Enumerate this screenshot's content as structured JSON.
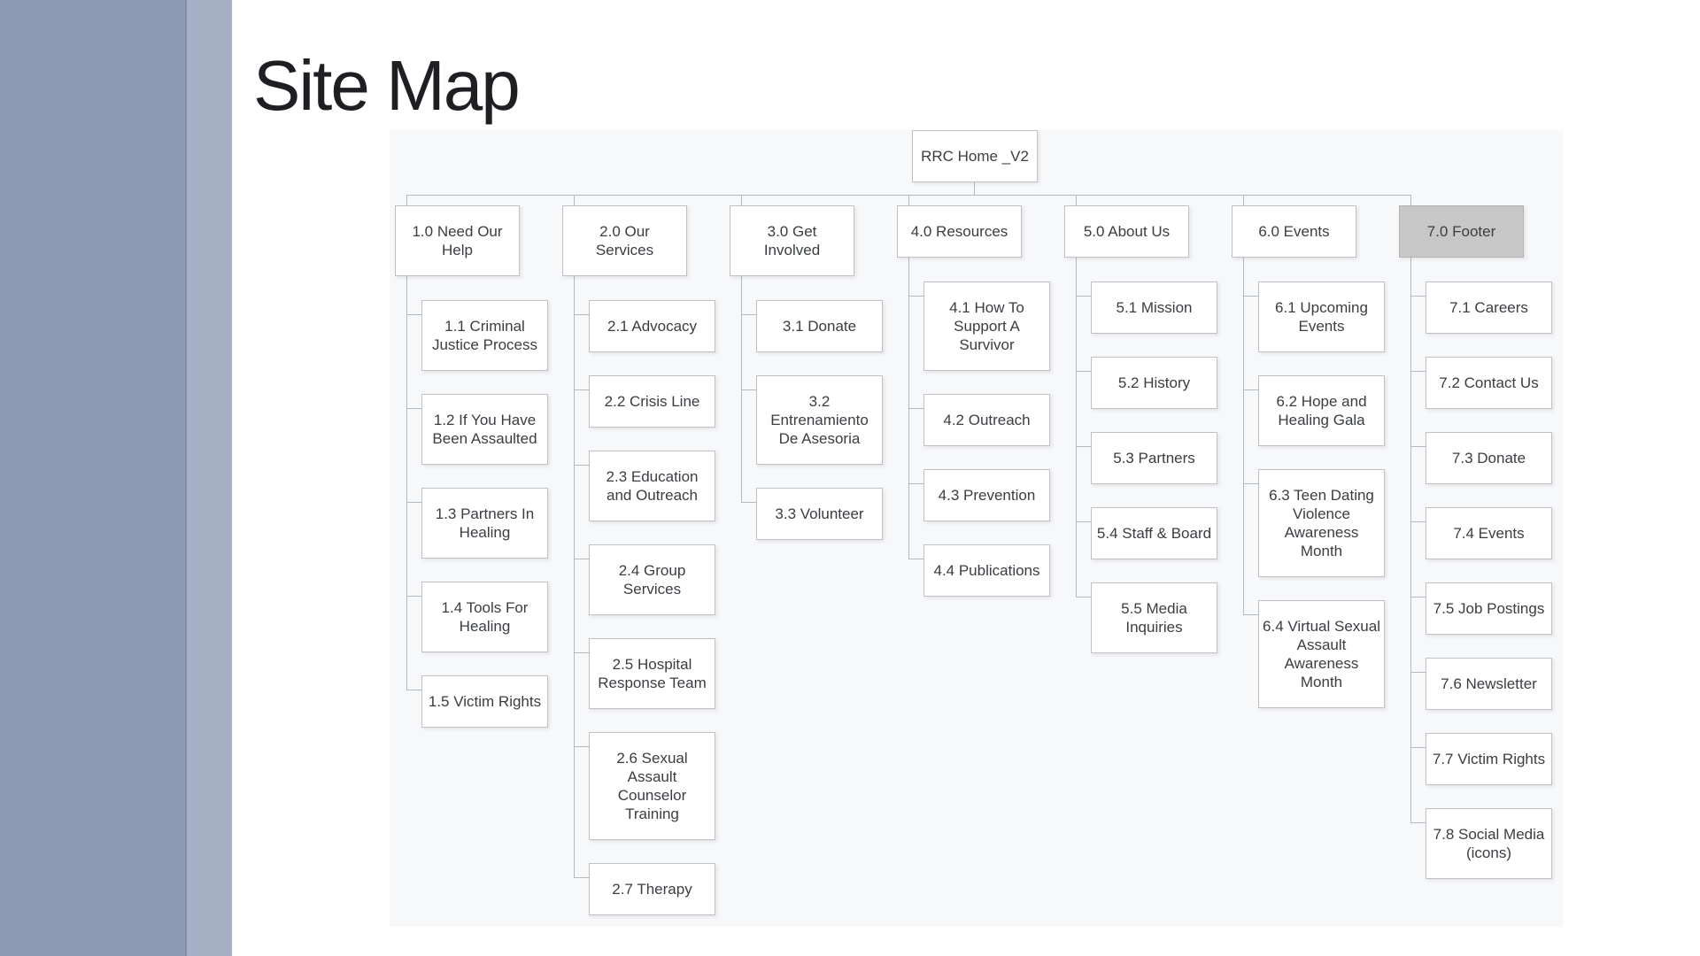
{
  "title": "Site Map",
  "root": {
    "label": "RRC Home _V2"
  },
  "columns": [
    {
      "id": "1.0",
      "label": "1.0 Need Our Help",
      "highlighted": false,
      "children": [
        {
          "id": "1.1",
          "label": "1.1 Criminal Justice Process"
        },
        {
          "id": "1.2",
          "label": "1.2 If You Have Been Assaulted"
        },
        {
          "id": "1.3",
          "label": "1.3 Partners In Healing"
        },
        {
          "id": "1.4",
          "label": "1.4 Tools For Healing"
        },
        {
          "id": "1.5",
          "label": "1.5 Victim Rights"
        }
      ]
    },
    {
      "id": "2.0",
      "label": "2.0 Our Services",
      "highlighted": false,
      "children": [
        {
          "id": "2.1",
          "label": "2.1 Advocacy"
        },
        {
          "id": "2.2",
          "label": "2.2 Crisis Line"
        },
        {
          "id": "2.3",
          "label": "2.3 Education and Outreach"
        },
        {
          "id": "2.4",
          "label": "2.4 Group Services"
        },
        {
          "id": "2.5",
          "label": "2.5 Hospital Response Team"
        },
        {
          "id": "2.6",
          "label": "2.6 Sexual Assault Counselor Training"
        },
        {
          "id": "2.7",
          "label": "2.7 Therapy"
        }
      ]
    },
    {
      "id": "3.0",
      "label": "3.0 Get Involved",
      "highlighted": false,
      "children": [
        {
          "id": "3.1",
          "label": "3.1 Donate"
        },
        {
          "id": "3.2",
          "label": "3.2 Entrenamiento De Asesoria"
        },
        {
          "id": "3.3",
          "label": "3.3 Volunteer"
        }
      ]
    },
    {
      "id": "4.0",
      "label": "4.0 Resources",
      "highlighted": false,
      "children": [
        {
          "id": "4.1",
          "label": "4.1 How To Support A Survivor"
        },
        {
          "id": "4.2",
          "label": "4.2 Outreach"
        },
        {
          "id": "4.3",
          "label": "4.3 Prevention"
        },
        {
          "id": "4.4",
          "label": "4.4 Publications"
        }
      ]
    },
    {
      "id": "5.0",
      "label": "5.0 About Us",
      "highlighted": false,
      "children": [
        {
          "id": "5.1",
          "label": "5.1 Mission"
        },
        {
          "id": "5.2",
          "label": "5.2 History"
        },
        {
          "id": "5.3",
          "label": "5.3 Partners"
        },
        {
          "id": "5.4",
          "label": "5.4 Staff & Board"
        },
        {
          "id": "5.5",
          "label": "5.5 Media Inquiries"
        }
      ]
    },
    {
      "id": "6.0",
      "label": "6.0 Events",
      "highlighted": false,
      "children": [
        {
          "id": "6.1",
          "label": "6.1 Upcoming Events"
        },
        {
          "id": "6.2",
          "label": "6.2 Hope and Healing Gala"
        },
        {
          "id": "6.3",
          "label": "6.3 Teen Dating Violence Awareness Month"
        },
        {
          "id": "6.4",
          "label": "6.4 Virtual Sexual Assault Awareness Month"
        }
      ]
    },
    {
      "id": "7.0",
      "label": "7.0 Footer",
      "highlighted": true,
      "children": [
        {
          "id": "7.1",
          "label": "7.1 Careers"
        },
        {
          "id": "7.2",
          "label": "7.2 Contact Us"
        },
        {
          "id": "7.3",
          "label": "7.3 Donate"
        },
        {
          "id": "7.4",
          "label": "7.4 Events"
        },
        {
          "id": "7.5",
          "label": "7.5 Job Postings"
        },
        {
          "id": "7.6",
          "label": "7.6 Newsletter"
        },
        {
          "id": "7.7",
          "label": "7.7 Victim Rights"
        },
        {
          "id": "7.8",
          "label": "7.8 Social Media (icons)"
        }
      ]
    }
  ],
  "colors": {
    "sidebar_dark": "#8b9ab3",
    "sidebar_light": "#a5b0c4",
    "canvas_bg": "#f7f8fa",
    "node_bg": "#ffffff",
    "node_border": "#bfc1c4",
    "node_text": "#3a3d41",
    "highlight_bg": "#c7c7c7",
    "connector": "#b4b9bf",
    "title_text": "#1d1f23"
  }
}
